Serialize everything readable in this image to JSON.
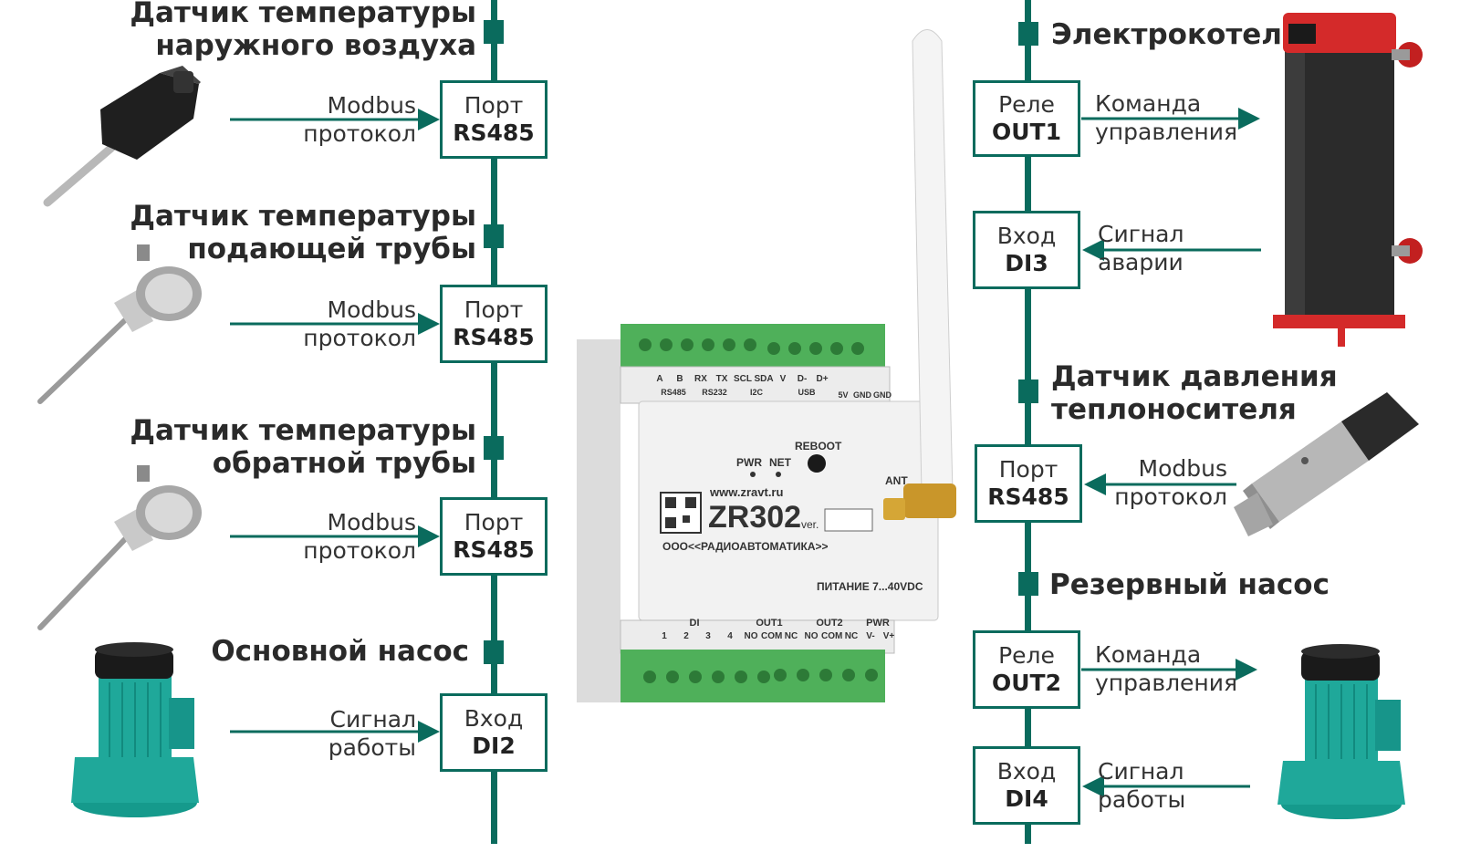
{
  "left": {
    "blocks": [
      {
        "title1": "Датчик температуры",
        "title2": "наружного воздуха",
        "signal1": "Modbus",
        "signal2": "протокол",
        "box1": "Порт",
        "box2": "RS485",
        "device": "outdoor-sensor"
      },
      {
        "title1": "Датчик температуры",
        "title2": "подающей трубы",
        "signal1": "Modbus",
        "signal2": "протокол",
        "box1": "Порт",
        "box2": "RS485",
        "device": "pipe-sensor"
      },
      {
        "title1": "Датчик температуры",
        "title2": "обратной трубы",
        "signal1": "Modbus",
        "signal2": "протокол",
        "box1": "Порт",
        "box2": "RS485",
        "device": "pipe-sensor"
      },
      {
        "title1": "Основной насос",
        "title2": "",
        "signal1": "Сигнал",
        "signal2": "работы",
        "box1": "Вход",
        "box2": "DI2",
        "device": "pump"
      }
    ]
  },
  "right": {
    "blocks": [
      {
        "title1": "Электрокотел",
        "title2": "",
        "signal1": "Команда",
        "signal2": "управления",
        "box1": "Реле",
        "box2": "OUT1",
        "device": "boiler"
      },
      {
        "title1": "",
        "title2": "",
        "signal1": "Сигнал",
        "signal2": "аварии",
        "box1": "Вход",
        "box2": "DI3",
        "device": "boiler"
      },
      {
        "title1": "Датчик давления",
        "title2": "теплоносителя",
        "signal1": "Modbus",
        "signal2": "протокол",
        "box1": "Порт",
        "box2": "RS485",
        "device": "pressure-sensor"
      },
      {
        "title1": "Резервный насос",
        "title2": "",
        "signal1": "Команда",
        "signal2": "управления",
        "box1": "Реле",
        "box2": "OUT2",
        "device": "pump"
      },
      {
        "title1": "",
        "title2": "",
        "signal1": "Сигнал",
        "signal2": "работы",
        "box1": "Вход",
        "box2": "DI4",
        "device": "pump"
      }
    ]
  },
  "controller": {
    "website": "www.zravt.ru",
    "model": "ZR302",
    "ver_label": "ver.",
    "company": "ООО<<РАДИОАВТОМАТИКА>>",
    "power": "ПИТАНИЕ 7...40VDC",
    "reboot": "REBOOT",
    "pwr": "PWR",
    "net": "NET",
    "ant": "ANT",
    "top_pins": [
      "A",
      "B",
      "RX",
      "TX",
      "SCL",
      "SDA",
      "V",
      "D-",
      "D+"
    ],
    "top_groups": [
      "RS485",
      "RS232",
      "I2C",
      "USB"
    ],
    "top_extra": [
      "5V",
      "GND",
      "GND"
    ],
    "bottom_groups": [
      "DI",
      "OUT1",
      "OUT2",
      "PWR"
    ],
    "bottom_pins": [
      "1",
      "2",
      "3",
      "4",
      "NO",
      "COM",
      "NC",
      "NO",
      "COM",
      "NC",
      "V-",
      "V+"
    ]
  },
  "colors": {
    "bus": "#0a6b5d",
    "terminal_green": "#3fa34d",
    "pump_teal": "#1fa89a",
    "boiler_red": "#d42a2a",
    "boiler_body": "#2b2b2b"
  }
}
